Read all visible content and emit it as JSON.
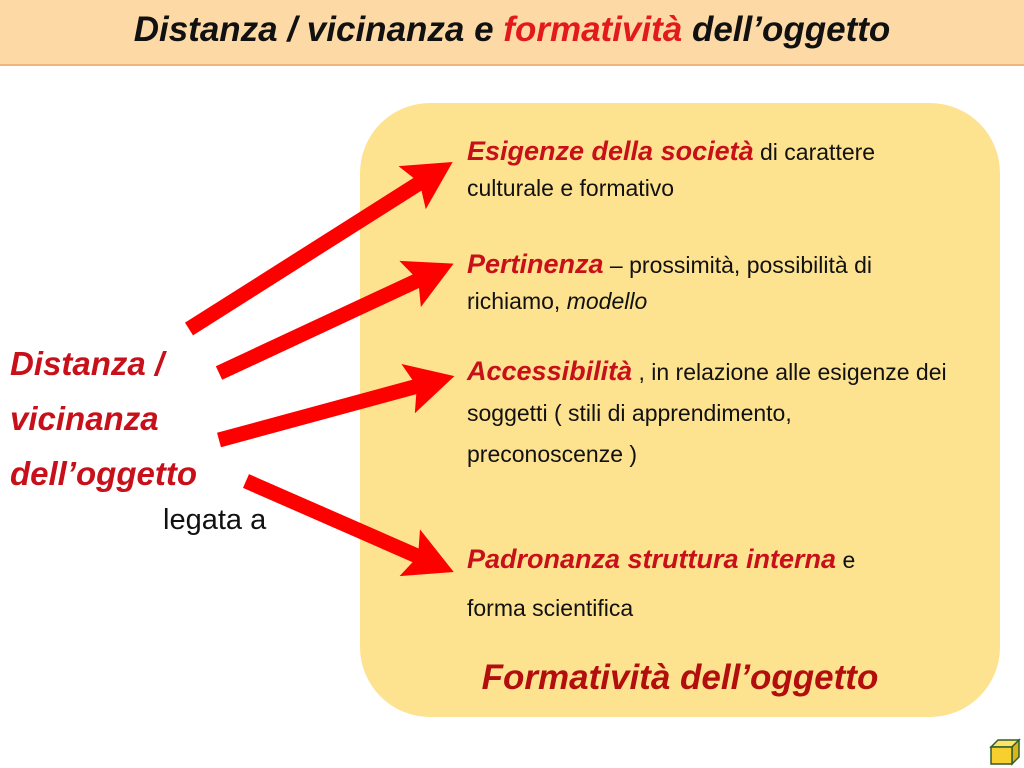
{
  "title": {
    "part1": "Distanza / vicinanza e ",
    "accent": "formatività",
    "part2": " dell’oggetto"
  },
  "left_label": {
    "line1": "Distanza /",
    "line2": "vicinanza",
    "line3": "dell’oggetto",
    "sub": "legata a"
  },
  "items": [
    {
      "head": "Esigenze della società",
      "rest": " di carattere  culturale e formativo"
    },
    {
      "head": "Pertinenza",
      "rest": " – prossimità, possibilità di richiamo, ",
      "rest_italic": "modello"
    },
    {
      "head": "Accessibilità",
      "rest": " , in relazione alle esigenze dei soggetti ( stili di apprendimento, preconoscenze )"
    },
    {
      "head": "Padronanza struttura interna",
      "rest": " e forma scientifica"
    }
  ],
  "panel_label": "Formatività dell’oggetto",
  "colors": {
    "title_bg": "#fdd9a6",
    "panel_bg": "#fde28f",
    "accent_red": "#e31a1a",
    "arrow_red": "#ff0000",
    "dark_red": "#b30e0e"
  },
  "icons": {
    "corner": "cube-icon"
  }
}
